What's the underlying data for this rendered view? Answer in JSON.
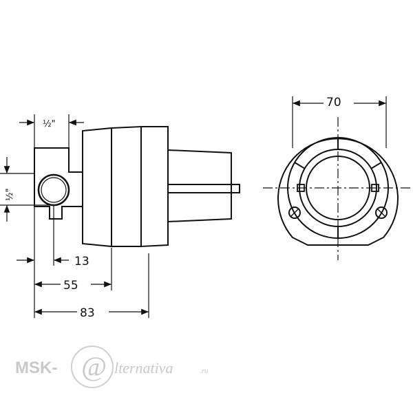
{
  "dimensions": {
    "pipe_size_top": "½\"",
    "pipe_size_side": "½\"",
    "dim_13": "13",
    "dim_55": "55",
    "dim_83": "83",
    "dim_70": "70"
  },
  "watermark": {
    "left": "MSK-",
    "at": "@",
    "right": "lternativa",
    "suffix": ".ru"
  }
}
